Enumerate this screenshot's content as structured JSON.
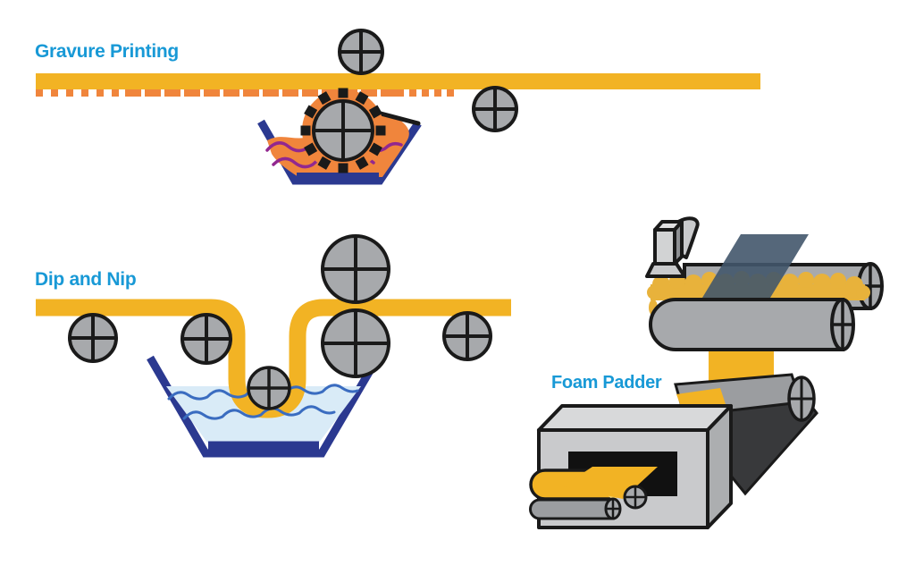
{
  "diagram": {
    "title_present": false,
    "sections": {
      "gravure": {
        "label": "Gravure Printing"
      },
      "dip_nip": {
        "label": "Dip and Nip"
      },
      "foam_padder": {
        "label": "Foam Padder"
      }
    },
    "palette": {
      "label_cyan": "#1899D6",
      "fabric_yellow": "#F2B324",
      "foam_gold": "#E8B23B",
      "roll_end_light": "#F7D56E",
      "ink_orange": "#F0853C",
      "ink_purple": "#92278F",
      "trough_navy": "#2B3990",
      "liquid_light_blue": "#D9EBF7",
      "wave_blue": "#3A6CC0",
      "roller_gray": "#A7A9AC",
      "machine_gray_light": "#D8D9DA",
      "machine_gray": "#C9CACC",
      "machine_gray_dark": "#ACAEB0",
      "belt_dark": "#38393B",
      "blade_slate": "#42566B",
      "outline_black": "#1A1A1A"
    },
    "icons": [
      {
        "name": "crosshair-roller-icon",
        "meaning": "rotating roller end with cross mark"
      },
      {
        "name": "gear-cylinder-icon",
        "meaning": "engraved gravure cylinder"
      },
      {
        "name": "trough-icon",
        "meaning": "liquid/ink bath"
      }
    ]
  }
}
